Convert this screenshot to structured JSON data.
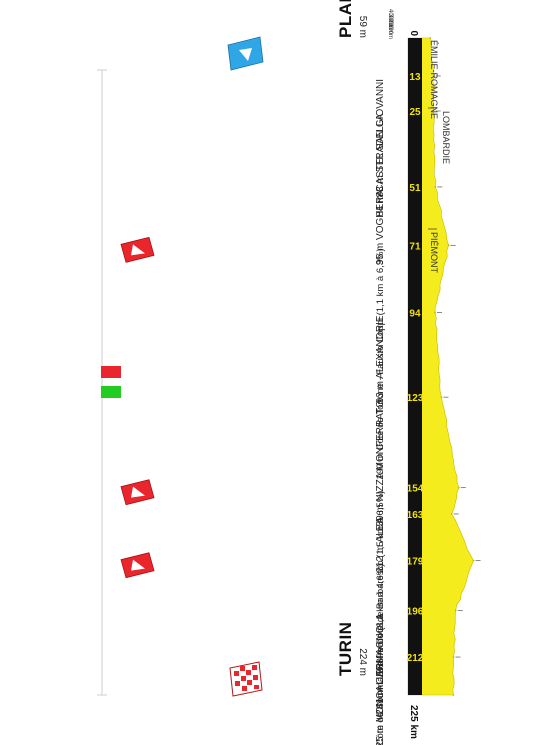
{
  "start": {
    "name": "PLAISANCE",
    "altitude": "59 m",
    "km_start": "0"
  },
  "finish": {
    "name": "TURIN",
    "altitude": "224 m",
    "km_total": "225 km"
  },
  "towns": [
    {
      "km": 13,
      "km_label": "13",
      "label": "CASTEL SAN GIOVANNI",
      "altitude": "84 m",
      "climb": false
    },
    {
      "km": 25,
      "km_label": "25",
      "label": "STRADELLA",
      "altitude": "83 m",
      "climb": false
    },
    {
      "km": 51,
      "km_label": "51",
      "label": "VOGHERA",
      "altitude": "95 m",
      "climb": false
    },
    {
      "km": 71,
      "km_label": "71",
      "label": "Côte de Tortone - Fausto Coppi (1,1 km à 6,3%)",
      "altitude": "190 m",
      "climb": true
    },
    {
      "km": 94,
      "km_label": "94",
      "label": "ALEXANDRIE",
      "altitude": "93 m",
      "climb": false
    },
    {
      "km": 123,
      "km_label": "123",
      "label": "NIZZA MONFERRATO",
      "altitude": "139 m",
      "climb": false
    },
    {
      "km": 154,
      "km_label": "154",
      "label": "Côte de Barbaresco (1,5 km à 6,5%)",
      "altitude": "263 m",
      "climb": true
    },
    {
      "km": 163,
      "km_label": "163",
      "label": "ALBA",
      "altitude": "212 m",
      "climb": false
    },
    {
      "km": 179,
      "km_label": "179",
      "label": "Côte de Sommariva Perno (3,1 km à 4,6%)",
      "altitude": "368 m",
      "climb": true
    },
    {
      "km": 196,
      "km_label": "196",
      "label": "CARMAGNOLA",
      "altitude": "241 m",
      "climb": false
    },
    {
      "km": 212,
      "km_label": "212",
      "label": "MONCALIERI",
      "altitude": "225 m",
      "climb": false
    }
  ],
  "regions": [
    "ÉMILIE-ROMAGNE",
    "LOMBARDIE",
    "PIÉMONT"
  ],
  "altitude_scale": [
    "100m",
    "200m",
    "300m",
    "400m"
  ],
  "colors": {
    "profile_fill": "#f4ec1c",
    "road_band": "#111111",
    "km_text": "#f2e300",
    "climb_flag": "#e8262c",
    "start_flag": "#2fa7e6",
    "flag_red": "#e8262c",
    "flag_green": "#22cc22"
  },
  "chart_data": {
    "type": "area",
    "x": [
      0,
      13,
      25,
      51,
      71,
      94,
      123,
      154,
      163,
      179,
      196,
      212,
      225
    ],
    "y": [
      59,
      84,
      83,
      95,
      190,
      93,
      139,
      263,
      212,
      368,
      241,
      225,
      224
    ],
    "xlabel": "",
    "ylabel": "",
    "xlim": [
      0,
      225
    ],
    "ylim": [
      0,
      400
    ]
  }
}
